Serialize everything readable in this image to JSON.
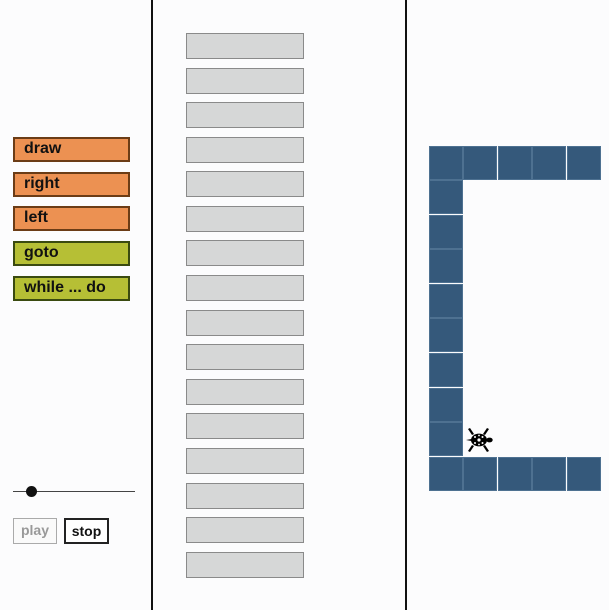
{
  "palette": {
    "blocks": [
      {
        "label": "draw",
        "category": "action",
        "color": "#ec9152"
      },
      {
        "label": "right",
        "category": "action",
        "color": "#ec9152"
      },
      {
        "label": "left",
        "category": "action",
        "color": "#ec9152"
      },
      {
        "label": "goto",
        "category": "control",
        "color": "#b6bf35"
      },
      {
        "label": "while ... do",
        "category": "control",
        "color": "#b6bf35"
      }
    ]
  },
  "controls": {
    "speed_value": 0.15,
    "play_label": "play",
    "stop_label": "stop"
  },
  "program": {
    "slot_count": 16,
    "slots": [
      "",
      "",
      "",
      "",
      "",
      "",
      "",
      "",
      "",
      "",
      "",
      "",
      "",
      "",
      "",
      ""
    ]
  },
  "canvas": {
    "tile_color": "#35597b",
    "sprite_icon": "turtle-icon"
  }
}
